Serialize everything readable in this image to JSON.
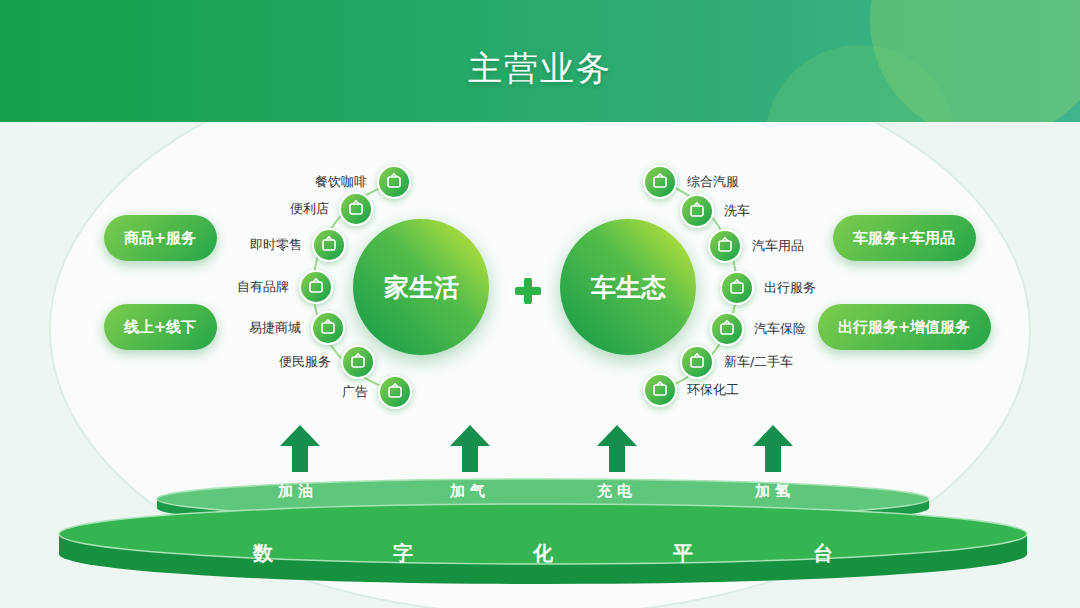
{
  "diagram": {
    "title": "主营业务",
    "nodes": [
      {
        "text": [
          "商品+服务"
        ]
      },
      {
        "text": [
          "线上+线下"
        ]
      },
      {
        "text": [
          "家生活"
        ]
      },
      {
        "text": [
          "餐饮咖啡"
        ]
      },
      {
        "text": [
          "便利店"
        ]
      },
      {
        "text": [
          "即时零售"
        ]
      },
      {
        "text": [
          "自有品牌"
        ]
      },
      {
        "text": [
          "易捷商城"
        ]
      },
      {
        "text": [
          "便民服务"
        ]
      },
      {
        "text": [
          "广告"
        ]
      },
      {
        "text": [
          "车生态"
        ]
      },
      {
        "text": [
          "综合汽服"
        ]
      },
      {
        "text": [
          "洗车"
        ]
      },
      {
        "text": [
          "汽车用品"
        ]
      },
      {
        "text": [
          "出行服务"
        ]
      },
      {
        "text": [
          "汽车保险"
        ]
      },
      {
        "text": [
          "新车/二手车"
        ]
      },
      {
        "text": [
          "环保化工"
        ]
      },
      {
        "text": [
          "车服务+车用品"
        ]
      },
      {
        "text": [
          "出行服务+增值服务"
        ]
      },
      {
        "text": [
          "加油",
          "加气",
          "充电",
          "加氢"
        ]
      },
      {
        "text": [
          "数字化平台"
        ]
      }
    ]
  }
}
